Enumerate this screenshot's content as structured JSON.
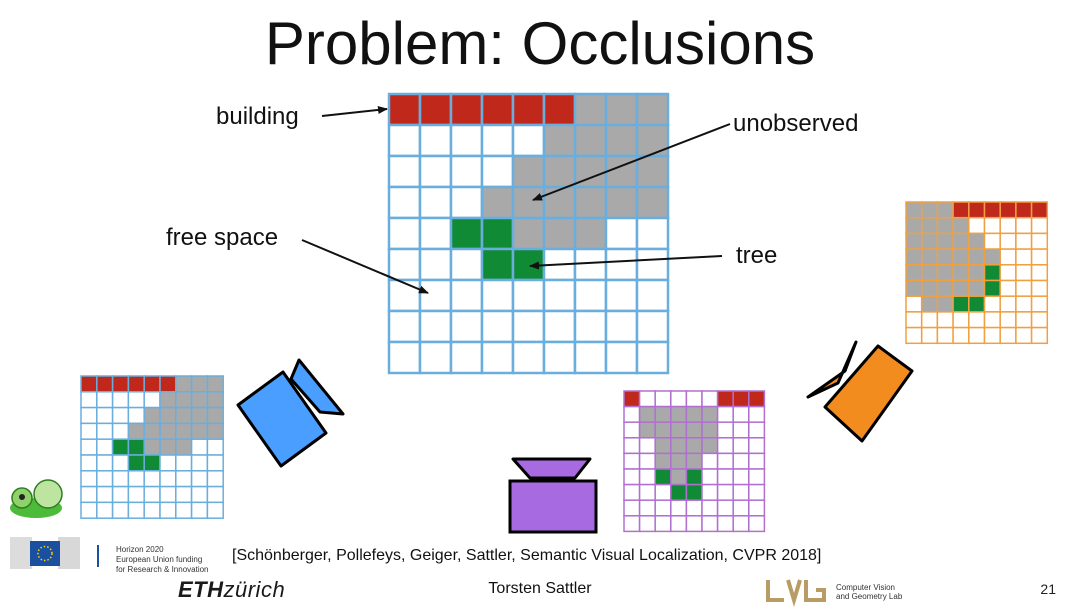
{
  "title": "Problem: Occlusions",
  "labels": {
    "building": "building",
    "unobserved": "unobserved",
    "free_space": "free space",
    "tree": "tree"
  },
  "citation": "[Schönberger, Pollefeys, Geiger, Sattler, Semantic Visual Localization, CVPR 2018]",
  "author": "Torsten Sattler",
  "page_number": "21",
  "footer": {
    "h2020_line1": "Horizon 2020",
    "h2020_line2": "European Union funding",
    "h2020_line3": "for Research & Innovation",
    "eth_bold": "ETH",
    "eth_rest": "zürich",
    "cvg_logo": "CVG",
    "cvg_line1": "Computer Vision",
    "cvg_line2": "and Geometry Lab"
  },
  "colors": {
    "building": "#c0281c",
    "unobserved": "#a9a9a9",
    "tree": "#118a35",
    "free": "#ffffff",
    "grid_blue": "#6aaede",
    "grid_orange": "#f0a040",
    "grid_purple": "#b070d0",
    "camera_blue": "#4a9eff",
    "camera_orange": "#f28c1e",
    "camera_purple": "#a86ae0"
  },
  "grids": {
    "main": [
      "BBBBBBUUU",
      "FFFFFUUUU",
      "FFFFUUUUU",
      "FFFUUUUUU",
      "FFTTUUUFF",
      "FFFTTFFFF",
      "FFFFFFFFF",
      "FFFFFFFFF",
      "FFFFFFFFF"
    ],
    "blue_view": [
      "BBBBBBUUU",
      "FFFFFUUUU",
      "FFFFUUUUU",
      "FFFUUUUUU",
      "FFTTUUUFF",
      "FFFTTFFFF",
      "FFFFFFFFF",
      "FFFFFFFFF",
      "FFFFFFFFF"
    ],
    "orange_view": [
      "UUUBBBBBB",
      "UUUUFFFFF",
      "UUUUUFFFF",
      "UUUUUUFFF",
      "UUUUUTFFF",
      "UUUUUTFFF",
      "FUUTTFFFF",
      "FFFFFFFFF",
      "FFFFFFFFF"
    ],
    "purple_view": [
      "BFFFFFBBB",
      "FUUUUUFFF",
      "FUUUUUFFF",
      "FFUUUUFFF",
      "FFUUUFFFF",
      "FFTUTFFFF",
      "FFFTTFFFF",
      "FFFFFFFFF",
      "FFFFFFFFF"
    ]
  }
}
